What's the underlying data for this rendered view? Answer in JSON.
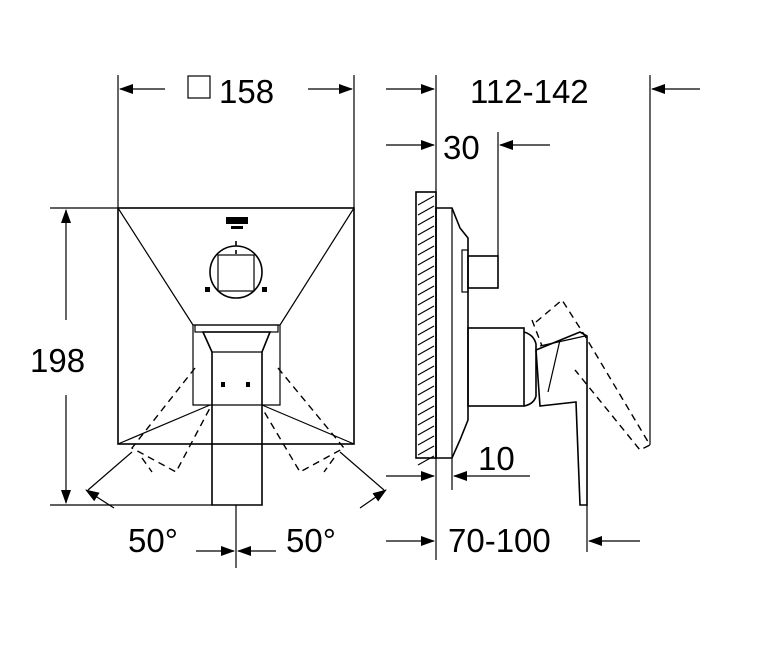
{
  "drawing": {
    "front_view": {
      "width_label": "158",
      "height_label": "198",
      "angle_left_label": "50°",
      "angle_right_label": "50°"
    },
    "side_view": {
      "depth_label": "112-142",
      "offset_30_label": "30",
      "offset_10_label": "10",
      "range_label": "70-100"
    }
  }
}
